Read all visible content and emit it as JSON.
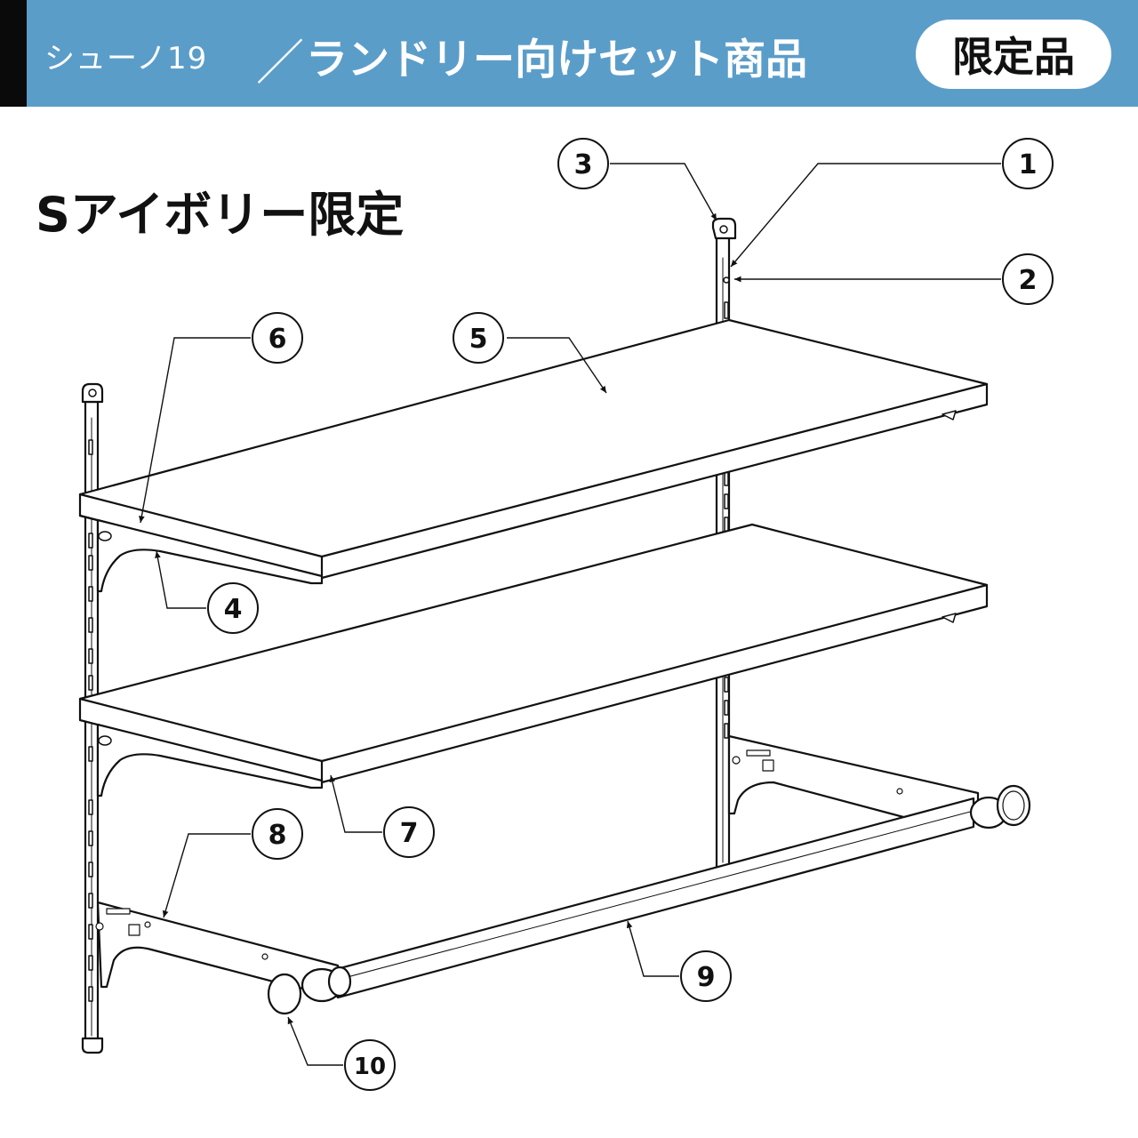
{
  "header": {
    "series": "シューノ19",
    "slash": "／",
    "title": "ランドリー向けセット商品",
    "badge": "限定品",
    "background_color": "#5b9dc9"
  },
  "subtitle": "Sアイボリー限定",
  "callouts": [
    {
      "id": "callout-1",
      "label": "1"
    },
    {
      "id": "callout-2",
      "label": "2"
    },
    {
      "id": "callout-3",
      "label": "3"
    },
    {
      "id": "callout-4",
      "label": "4"
    },
    {
      "id": "callout-5",
      "label": "5"
    },
    {
      "id": "callout-6",
      "label": "6"
    },
    {
      "id": "callout-7",
      "label": "7"
    },
    {
      "id": "callout-8",
      "label": "8"
    },
    {
      "id": "callout-9",
      "label": "9"
    },
    {
      "id": "callout-10",
      "label": "10"
    }
  ]
}
